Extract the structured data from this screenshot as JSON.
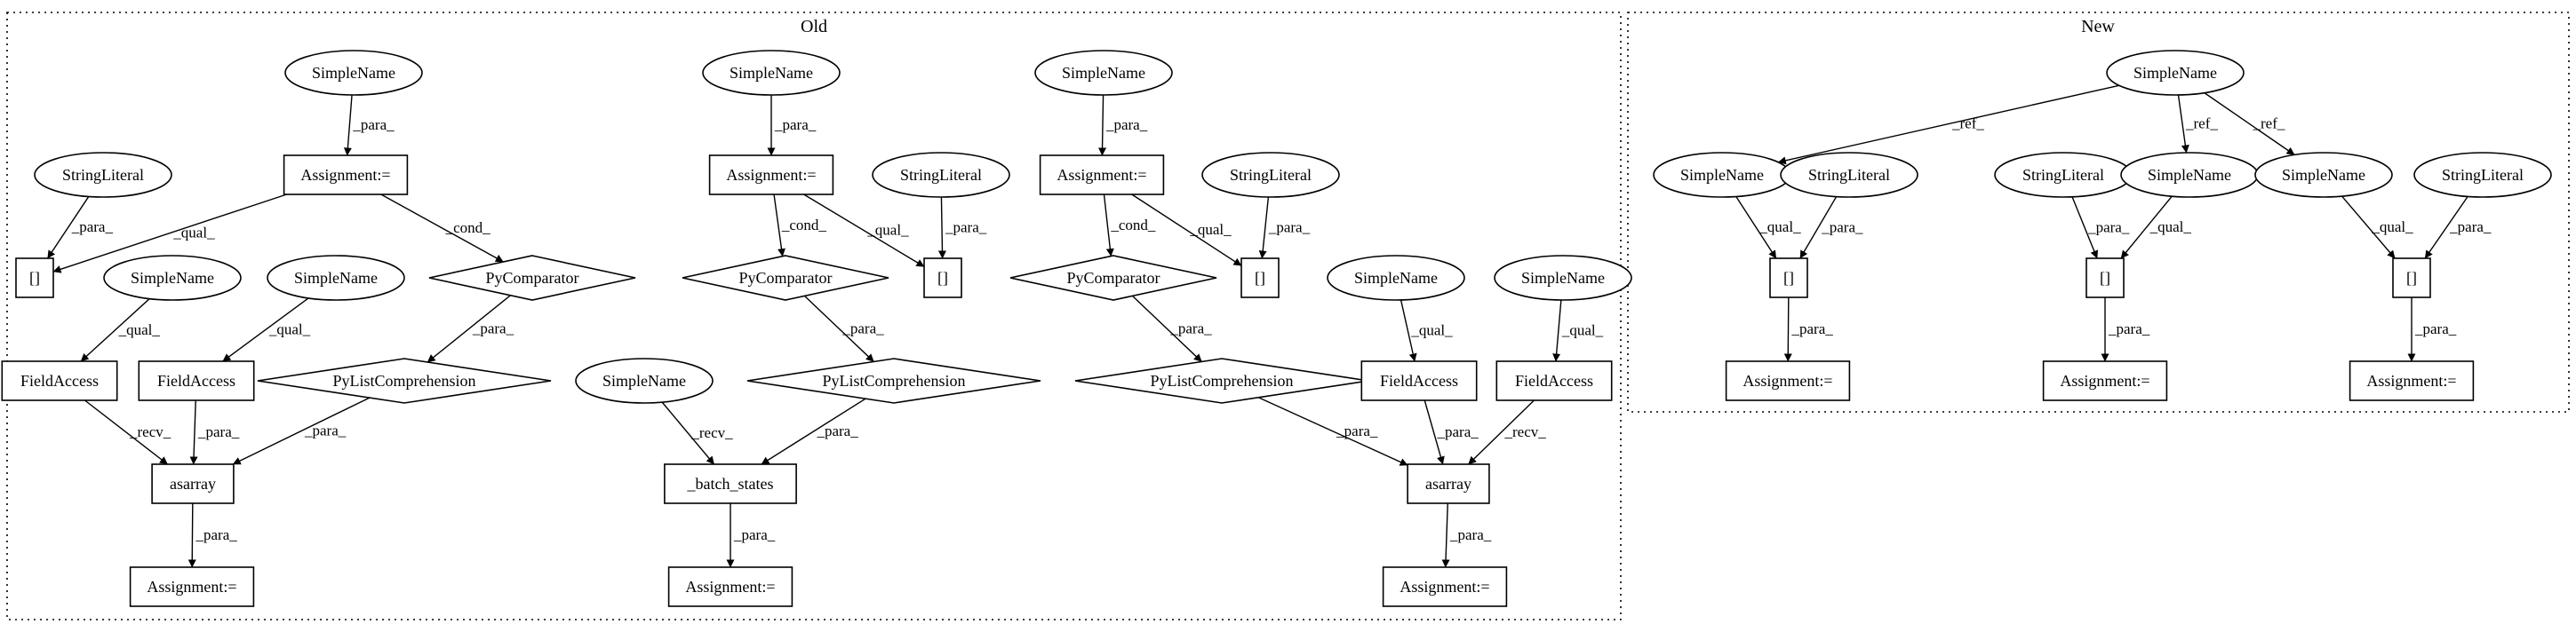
{
  "clusters": {
    "old": {
      "label": "Old"
    },
    "new": {
      "label": "New"
    }
  },
  "nodes": [
    {
      "id": "o_sn_top1",
      "label": "SimpleName",
      "shape": "ellipse"
    },
    {
      "id": "o_asg1",
      "label": "Assignment:=",
      "shape": "box"
    },
    {
      "id": "o_sl1",
      "label": "StringLiteral",
      "shape": "ellipse"
    },
    {
      "id": "o_idx1",
      "label": "[]",
      "shape": "box"
    },
    {
      "id": "o_pc1",
      "label": "PyComparator",
      "shape": "diamond"
    },
    {
      "id": "o_sn_a",
      "label": "SimpleName",
      "shape": "ellipse"
    },
    {
      "id": "o_sn_b",
      "label": "SimpleName",
      "shape": "ellipse"
    },
    {
      "id": "o_plc1",
      "label": "PyListComprehension",
      "shape": "diamond"
    },
    {
      "id": "o_fa1",
      "label": "FieldAccess",
      "shape": "box"
    },
    {
      "id": "o_fa2",
      "label": "FieldAccess",
      "shape": "box"
    },
    {
      "id": "o_asarray1",
      "label": "asarray",
      "shape": "box"
    },
    {
      "id": "o_asg_bot1",
      "label": "Assignment:=",
      "shape": "box"
    },
    {
      "id": "o_sn_top2",
      "label": "SimpleName",
      "shape": "ellipse"
    },
    {
      "id": "o_asg2",
      "label": "Assignment:=",
      "shape": "box"
    },
    {
      "id": "o_sl2",
      "label": "StringLiteral",
      "shape": "ellipse"
    },
    {
      "id": "o_pc2",
      "label": "PyComparator",
      "shape": "diamond"
    },
    {
      "id": "o_idx2",
      "label": "[]",
      "shape": "box"
    },
    {
      "id": "o_plc2",
      "label": "PyListComprehension",
      "shape": "diamond"
    },
    {
      "id": "o_sn_c",
      "label": "SimpleName",
      "shape": "ellipse"
    },
    {
      "id": "o_batch",
      "label": "_batch_states",
      "shape": "box"
    },
    {
      "id": "o_asg_bot2",
      "label": "Assignment:=",
      "shape": "box"
    },
    {
      "id": "o_sn_top3",
      "label": "SimpleName",
      "shape": "ellipse"
    },
    {
      "id": "o_asg3",
      "label": "Assignment:=",
      "shape": "box"
    },
    {
      "id": "o_sl3",
      "label": "StringLiteral",
      "shape": "ellipse"
    },
    {
      "id": "o_pc3",
      "label": "PyComparator",
      "shape": "diamond"
    },
    {
      "id": "o_idx3",
      "label": "[]",
      "shape": "box"
    },
    {
      "id": "o_plc3",
      "label": "PyListComprehension",
      "shape": "diamond"
    },
    {
      "id": "o_sn_d",
      "label": "SimpleName",
      "shape": "ellipse"
    },
    {
      "id": "o_sn_e",
      "label": "SimpleName",
      "shape": "ellipse"
    },
    {
      "id": "o_fa3",
      "label": "FieldAccess",
      "shape": "box"
    },
    {
      "id": "o_fa4",
      "label": "FieldAccess",
      "shape": "box"
    },
    {
      "id": "o_asarray2",
      "label": "asarray",
      "shape": "box"
    },
    {
      "id": "o_asg_bot3",
      "label": "Assignment:=",
      "shape": "box"
    },
    {
      "id": "n_sn_top",
      "label": "SimpleName",
      "shape": "ellipse"
    },
    {
      "id": "n_sn1",
      "label": "SimpleName",
      "shape": "ellipse"
    },
    {
      "id": "n_sl1",
      "label": "StringLiteral",
      "shape": "ellipse"
    },
    {
      "id": "n_sl2",
      "label": "StringLiteral",
      "shape": "ellipse"
    },
    {
      "id": "n_sn2",
      "label": "SimpleName",
      "shape": "ellipse"
    },
    {
      "id": "n_sn3",
      "label": "SimpleName",
      "shape": "ellipse"
    },
    {
      "id": "n_sl3",
      "label": "StringLiteral",
      "shape": "ellipse"
    },
    {
      "id": "n_idx1",
      "label": "[]",
      "shape": "box"
    },
    {
      "id": "n_idx2",
      "label": "[]",
      "shape": "box"
    },
    {
      "id": "n_idx3",
      "label": "[]",
      "shape": "box"
    },
    {
      "id": "n_asg1",
      "label": "Assignment:=",
      "shape": "box"
    },
    {
      "id": "n_asg2",
      "label": "Assignment:=",
      "shape": "box"
    },
    {
      "id": "n_asg3",
      "label": "Assignment:=",
      "shape": "box"
    }
  ],
  "edges": [
    {
      "from": "o_sn_top1",
      "to": "o_asg1",
      "label": "_para_"
    },
    {
      "from": "o_sl1",
      "to": "o_idx1",
      "label": "_para_"
    },
    {
      "from": "o_asg1",
      "to": "o_idx1",
      "label": "_qual_"
    },
    {
      "from": "o_asg1",
      "to": "o_pc1",
      "label": "_cond_"
    },
    {
      "from": "o_pc1",
      "to": "o_plc1",
      "label": "_para_"
    },
    {
      "from": "o_sn_a",
      "to": "o_fa1",
      "label": "_qual_"
    },
    {
      "from": "o_sn_b",
      "to": "o_fa2",
      "label": "_qual_"
    },
    {
      "from": "o_fa1",
      "to": "o_asarray1",
      "label": "_recv_"
    },
    {
      "from": "o_fa2",
      "to": "o_asarray1",
      "label": "_para_"
    },
    {
      "from": "o_plc1",
      "to": "o_asarray1",
      "label": "_para_"
    },
    {
      "from": "o_asarray1",
      "to": "o_asg_bot1",
      "label": "_para_"
    },
    {
      "from": "o_sn_top2",
      "to": "o_asg2",
      "label": "_para_"
    },
    {
      "from": "o_asg2",
      "to": "o_pc2",
      "label": "_cond_"
    },
    {
      "from": "o_asg2",
      "to": "o_idx2",
      "label": "_qual_"
    },
    {
      "from": "o_sl2",
      "to": "o_idx2",
      "label": "_para_"
    },
    {
      "from": "o_pc2",
      "to": "o_plc2",
      "label": "_para_"
    },
    {
      "from": "o_sn_c",
      "to": "o_batch",
      "label": "_recv_"
    },
    {
      "from": "o_plc2",
      "to": "o_batch",
      "label": "_para_"
    },
    {
      "from": "o_batch",
      "to": "o_asg_bot2",
      "label": "_para_"
    },
    {
      "from": "o_sn_top3",
      "to": "o_asg3",
      "label": "_para_"
    },
    {
      "from": "o_asg3",
      "to": "o_pc3",
      "label": "_cond_"
    },
    {
      "from": "o_asg3",
      "to": "o_idx3",
      "label": "_qual_"
    },
    {
      "from": "o_sl3",
      "to": "o_idx3",
      "label": "_para_"
    },
    {
      "from": "o_pc3",
      "to": "o_plc3",
      "label": "_para_"
    },
    {
      "from": "o_sn_d",
      "to": "o_fa3",
      "label": "_qual_"
    },
    {
      "from": "o_sn_e",
      "to": "o_fa4",
      "label": "_qual_"
    },
    {
      "from": "o_plc3",
      "to": "o_asarray2",
      "label": "_para_"
    },
    {
      "from": "o_fa3",
      "to": "o_asarray2",
      "label": "_para_"
    },
    {
      "from": "o_fa4",
      "to": "o_asarray2",
      "label": "_recv_"
    },
    {
      "from": "o_asarray2",
      "to": "o_asg_bot3",
      "label": "_para_"
    },
    {
      "from": "n_sn_top",
      "to": "n_sn1",
      "label": "_ref_"
    },
    {
      "from": "n_sn_top",
      "to": "n_sn2",
      "label": "_ref_"
    },
    {
      "from": "n_sn_top",
      "to": "n_sn3",
      "label": "_ref_"
    },
    {
      "from": "n_sn1",
      "to": "n_idx1",
      "label": "_qual_"
    },
    {
      "from": "n_sl1",
      "to": "n_idx1",
      "label": "_para_"
    },
    {
      "from": "n_sl2",
      "to": "n_idx2",
      "label": "_para_"
    },
    {
      "from": "n_sn2",
      "to": "n_idx2",
      "label": "_qual_"
    },
    {
      "from": "n_sn3",
      "to": "n_idx3",
      "label": "_qual_"
    },
    {
      "from": "n_sl3",
      "to": "n_idx3",
      "label": "_para_"
    },
    {
      "from": "n_idx1",
      "to": "n_asg1",
      "label": "_para_"
    },
    {
      "from": "n_idx2",
      "to": "n_asg2",
      "label": "_para_"
    },
    {
      "from": "n_idx3",
      "to": "n_asg3",
      "label": "_para_"
    }
  ]
}
